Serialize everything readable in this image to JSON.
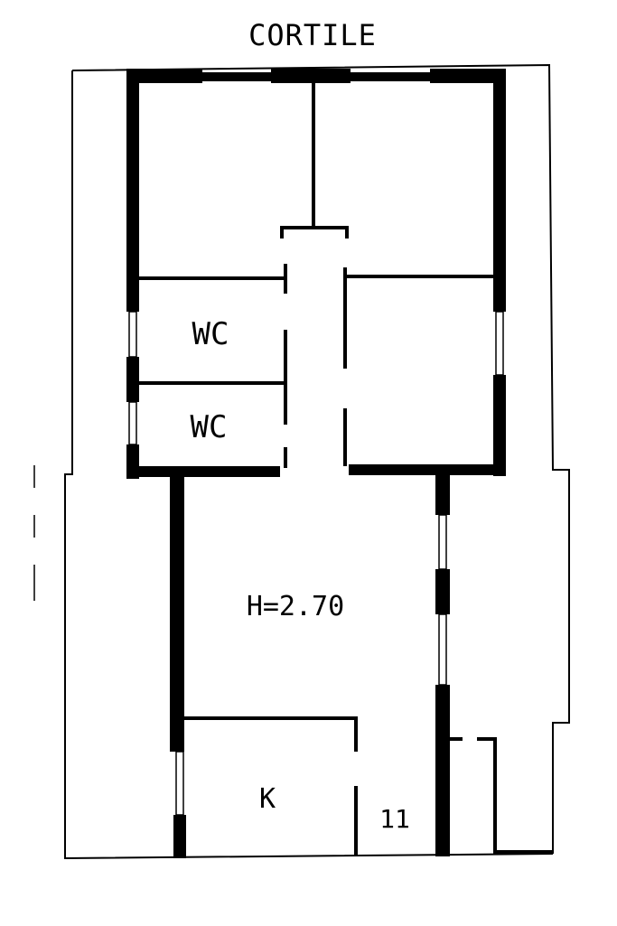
{
  "plan": {
    "courtyard_label": "CORTILE",
    "rooms": {
      "wc_upper": "WC",
      "wc_lower": "WC",
      "kitchen": "K"
    },
    "height_note": "H=2.70",
    "unit_number": "11"
  }
}
